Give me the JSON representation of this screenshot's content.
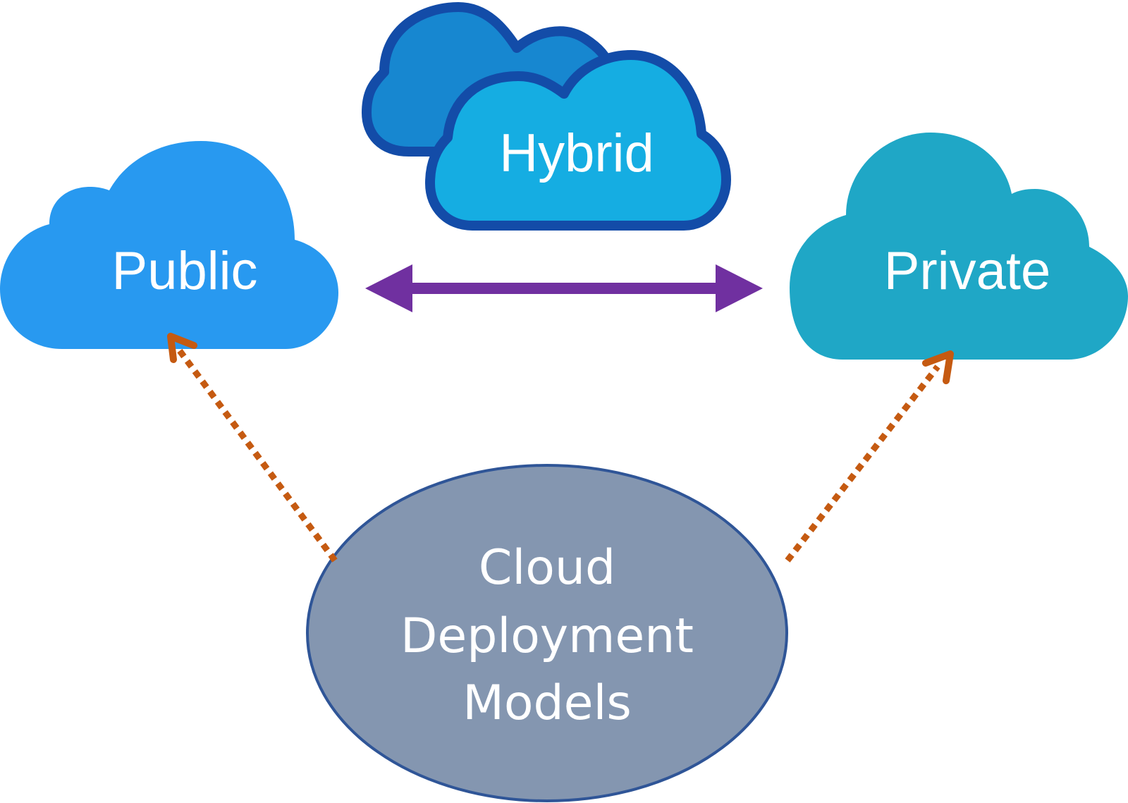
{
  "diagram": {
    "title": "Cloud Deployment Models",
    "center": {
      "lines": [
        "Cloud",
        "Deployment",
        "Models"
      ],
      "fill": "#8496b0",
      "stroke": "#2f5597"
    },
    "clouds": {
      "public": {
        "label": "Public",
        "fill": "#2899f0"
      },
      "private": {
        "label": "Private",
        "fill": "#1fa7c6"
      },
      "hybrid": {
        "label": "Hybrid",
        "fill_front": "#15ade2",
        "fill_back": "#1787d0",
        "stroke": "#134ca8"
      }
    },
    "connectors": {
      "bidirectional": {
        "from": "Public",
        "to": "Private",
        "color": "#7030a0"
      },
      "dotted": [
        {
          "from": "Cloud Deployment Models",
          "to": "Public",
          "color": "#c55a11"
        },
        {
          "from": "Cloud Deployment Models",
          "to": "Private",
          "color": "#c55a11"
        }
      ]
    }
  }
}
